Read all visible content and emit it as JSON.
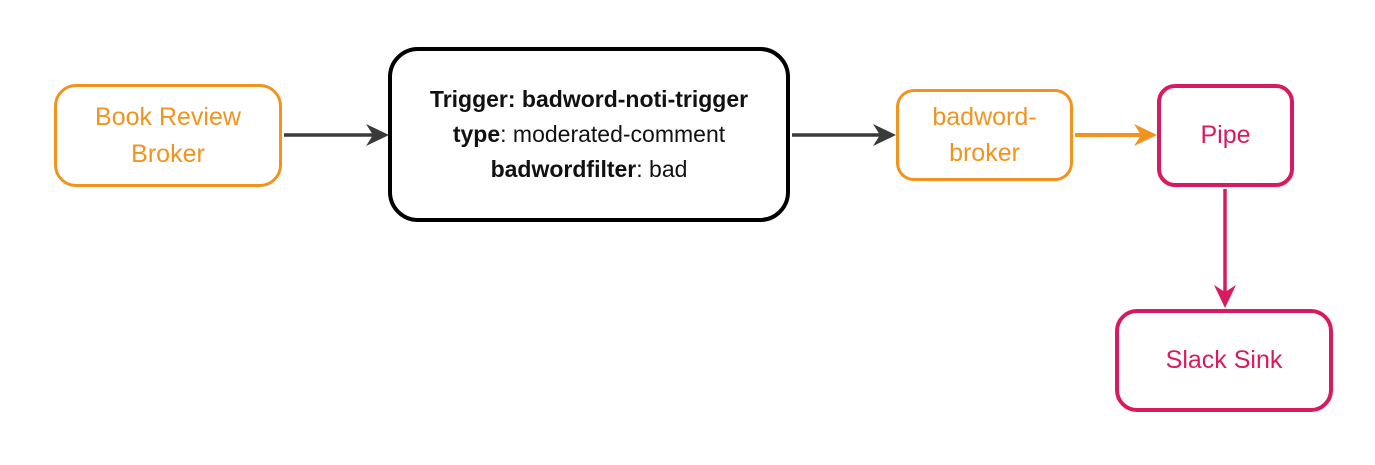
{
  "diagram": {
    "colors": {
      "orange": "#f2931e",
      "pink": "#d81b60",
      "edge": "#3a3a3a",
      "ink": "#000000",
      "bg": "#ffffff"
    },
    "nodes": {
      "book_review_broker": {
        "lines": [
          "Book Review",
          "Broker"
        ],
        "full_label": "Book Review Broker",
        "color": "#f2931e"
      },
      "trigger_filter": {
        "lines": [
          {
            "bold": "Trigger: badword-noti-trigger",
            "rest": ""
          },
          {
            "bold": "type",
            "rest": ": moderated-comment"
          },
          {
            "bold": "badwordfilter",
            "rest": ": bad"
          }
        ],
        "color": "#000000"
      },
      "badword_broker": {
        "lines": [
          "badword-",
          "broker"
        ],
        "full_label": "badword-broker",
        "color": "#f2931e"
      },
      "pipe": {
        "label": "Pipe",
        "color": "#d81b60"
      },
      "slack_sink": {
        "label": "Slack Sink",
        "color": "#d81b60"
      }
    },
    "edges": [
      {
        "from": "book_review_broker",
        "to": "trigger_filter",
        "color": "#3a3a3a"
      },
      {
        "from": "trigger_filter",
        "to": "badword_broker",
        "color": "#3a3a3a"
      },
      {
        "from": "badword_broker",
        "to": "pipe",
        "color": "#f2931e"
      },
      {
        "from": "pipe",
        "to": "slack_sink",
        "color": "#d81b60"
      }
    ]
  }
}
